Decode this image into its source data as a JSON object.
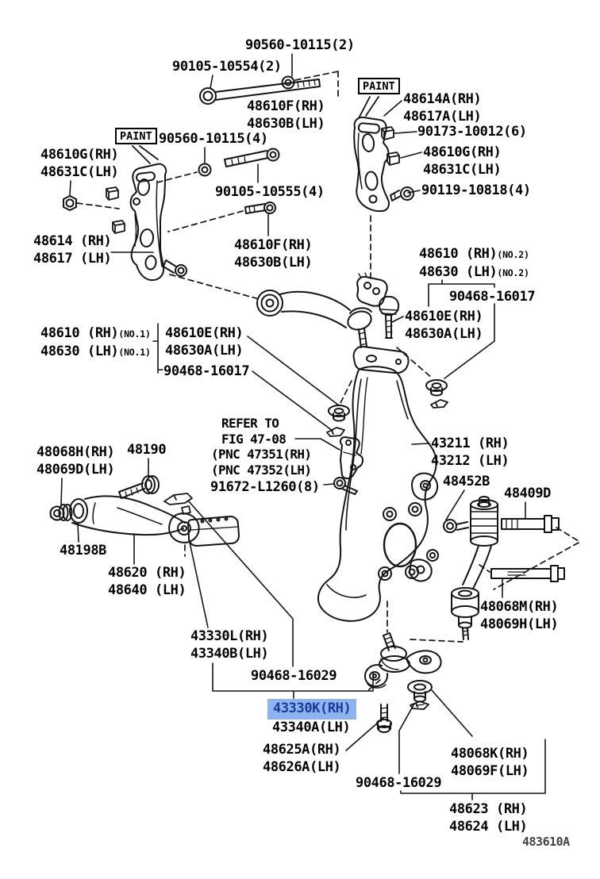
{
  "page": {
    "background": "#ffffff",
    "drawing_code": "483610A"
  },
  "paint_tag": "PAINT",
  "highlight": {
    "bg": "#8db4ef",
    "text_color": "#1b3a9e"
  },
  "refer_note": {
    "line1": "REFER TO",
    "line2": "FIG 47-08",
    "line3": "(PNC 47351(RH)",
    "line4": "(PNC 47352(LH)"
  },
  "labels": {
    "l90560_2": {
      "line1": "90560-10115(2)"
    },
    "l90105_2": {
      "line1": "90105-10554(2)"
    },
    "l48610f_top": {
      "line1": "48610F(RH)",
      "line2": "48630B(LH)"
    },
    "l48614a": {
      "line1": "48614A(RH)",
      "line2": "48617A(LH)"
    },
    "l90173": {
      "line1": "90173-10012(6)"
    },
    "l48610g_right": {
      "line1": "48610G(RH)",
      "line2": "48631C(LH)"
    },
    "l90119": {
      "line1": "90119-10818(4)"
    },
    "l90560_4": {
      "line1": "90560-10115(4)"
    },
    "l48610g_left": {
      "line1": "48610G(RH)",
      "line2": "48631C(LH)"
    },
    "l48614": {
      "line1": "48614 (RH)",
      "line2": "48617 (LH)"
    },
    "l90105_4": {
      "line1": "90105-10555(4)"
    },
    "l48610f_mid": {
      "line1": "48610F(RH)",
      "line2": "48630B(LH)"
    },
    "l48610_no2": {
      "line1": "48610 (RH)",
      "suffix1": "(NO.2)",
      "line2": "48630 (LH)",
      "suffix2": "(NO.2)"
    },
    "l90468_16017_r": {
      "line1": "90468-16017"
    },
    "l48610e_right": {
      "line1": "48610E(RH)",
      "line2": "48630A(LH)"
    },
    "l48610_no1": {
      "line1": "48610 (RH)",
      "suffix1": "(NO.1)",
      "line2": "48630 (LH)",
      "suffix2": "(NO.1)"
    },
    "l48610e_left": {
      "line1": "48610E(RH)",
      "line2": "48630A(LH)"
    },
    "l90468_16017_l": {
      "line1": "90468-16017"
    },
    "l91672": {
      "line1": "91672-L1260(8)"
    },
    "l48068h": {
      "line1": "48068H(RH)",
      "line2": "48069D(LH)"
    },
    "l48190": {
      "line1": "48190"
    },
    "l48198b": {
      "line1": "48198B"
    },
    "l48620": {
      "line1": "48620 (RH)",
      "line2": "48640 (LH)"
    },
    "l43211": {
      "line1": "43211 (RH)",
      "line2": "43212 (LH)"
    },
    "l48452b": {
      "line1": "48452B"
    },
    "l48409d": {
      "line1": "48409D"
    },
    "l48068m": {
      "line1": "48068M(RH)",
      "line2": "48069H(LH)"
    },
    "l43330l": {
      "line1": "43330L(RH)",
      "line2": "43340B(LH)"
    },
    "l90468_16029_u": {
      "line1": "90468-16029"
    },
    "l43330k": {
      "line1": "43330K(RH)"
    },
    "l43340a": {
      "line1": "43340A(LH)"
    },
    "l48625a": {
      "line1": "48625A(RH)",
      "line2": "48626A(LH)"
    },
    "l90468_16029_d": {
      "line1": "90468-16029"
    },
    "l48068k": {
      "line1": "48068K(RH)",
      "line2": "48069F(LH)"
    },
    "l48623": {
      "line1": "48623 (RH)",
      "line2": "48624 (LH)"
    }
  }
}
